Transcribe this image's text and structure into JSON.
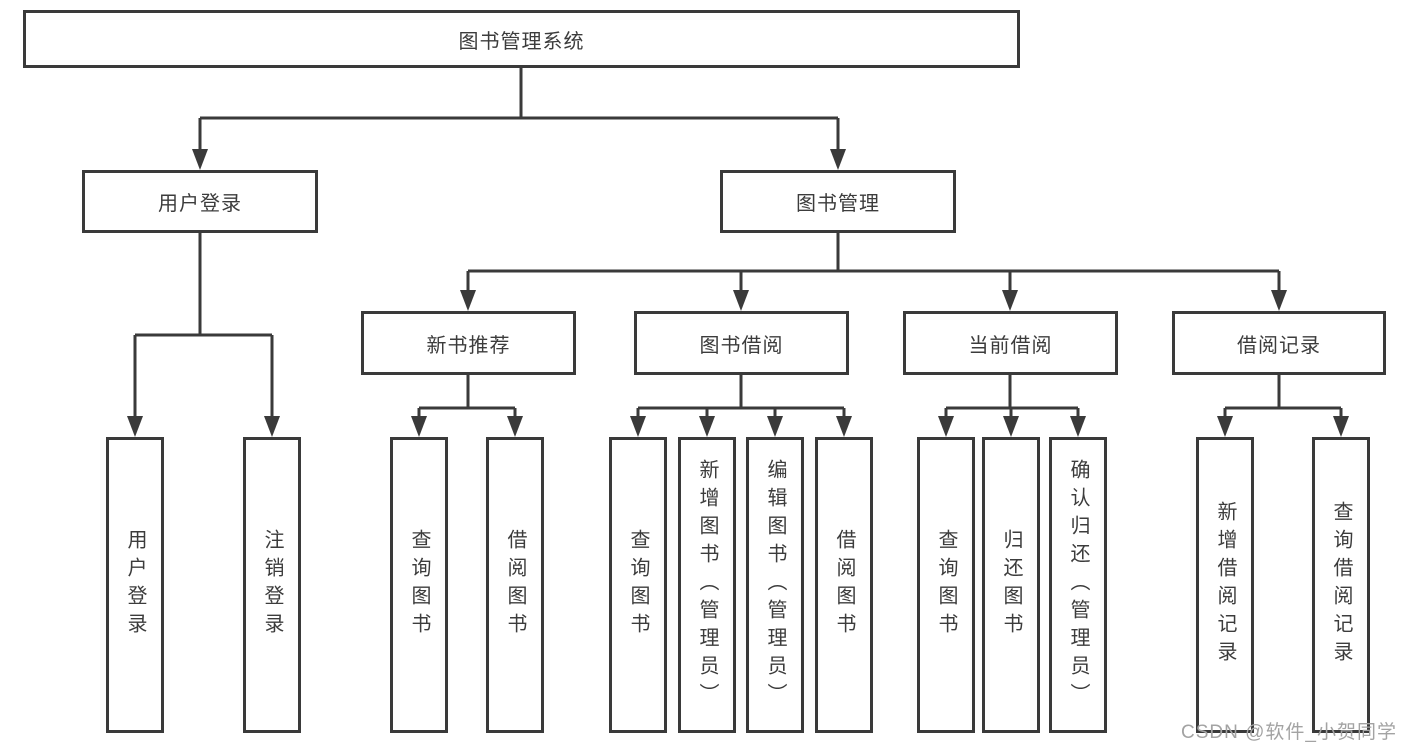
{
  "colors": {
    "line": "#3a3a3a",
    "border": "#3a3a3a",
    "text": "#3c3c3c",
    "watermark": "#a3a3a3",
    "background": "#ffffff"
  },
  "watermark": "CSDN @软件_小贺同学",
  "tree": {
    "label": "图书管理系统",
    "children": [
      {
        "label": "用户登录",
        "children": [
          {
            "label": "用户登录"
          },
          {
            "label": "注销登录"
          }
        ]
      },
      {
        "label": "图书管理",
        "children": [
          {
            "label": "新书推荐",
            "children": [
              {
                "label": "查询图书"
              },
              {
                "label": "借阅图书"
              }
            ]
          },
          {
            "label": "图书借阅",
            "children": [
              {
                "label": "查询图书"
              },
              {
                "label": "新增图书（管理员）"
              },
              {
                "label": "编辑图书（管理员）"
              },
              {
                "label": "借阅图书"
              }
            ]
          },
          {
            "label": "当前借阅",
            "children": [
              {
                "label": "查询图书"
              },
              {
                "label": "归还图书"
              },
              {
                "label": "确认归还（管理员）"
              }
            ]
          },
          {
            "label": "借阅记录",
            "children": [
              {
                "label": "新增借阅记录"
              },
              {
                "label": "查询借阅记录"
              }
            ]
          }
        ]
      }
    ]
  }
}
